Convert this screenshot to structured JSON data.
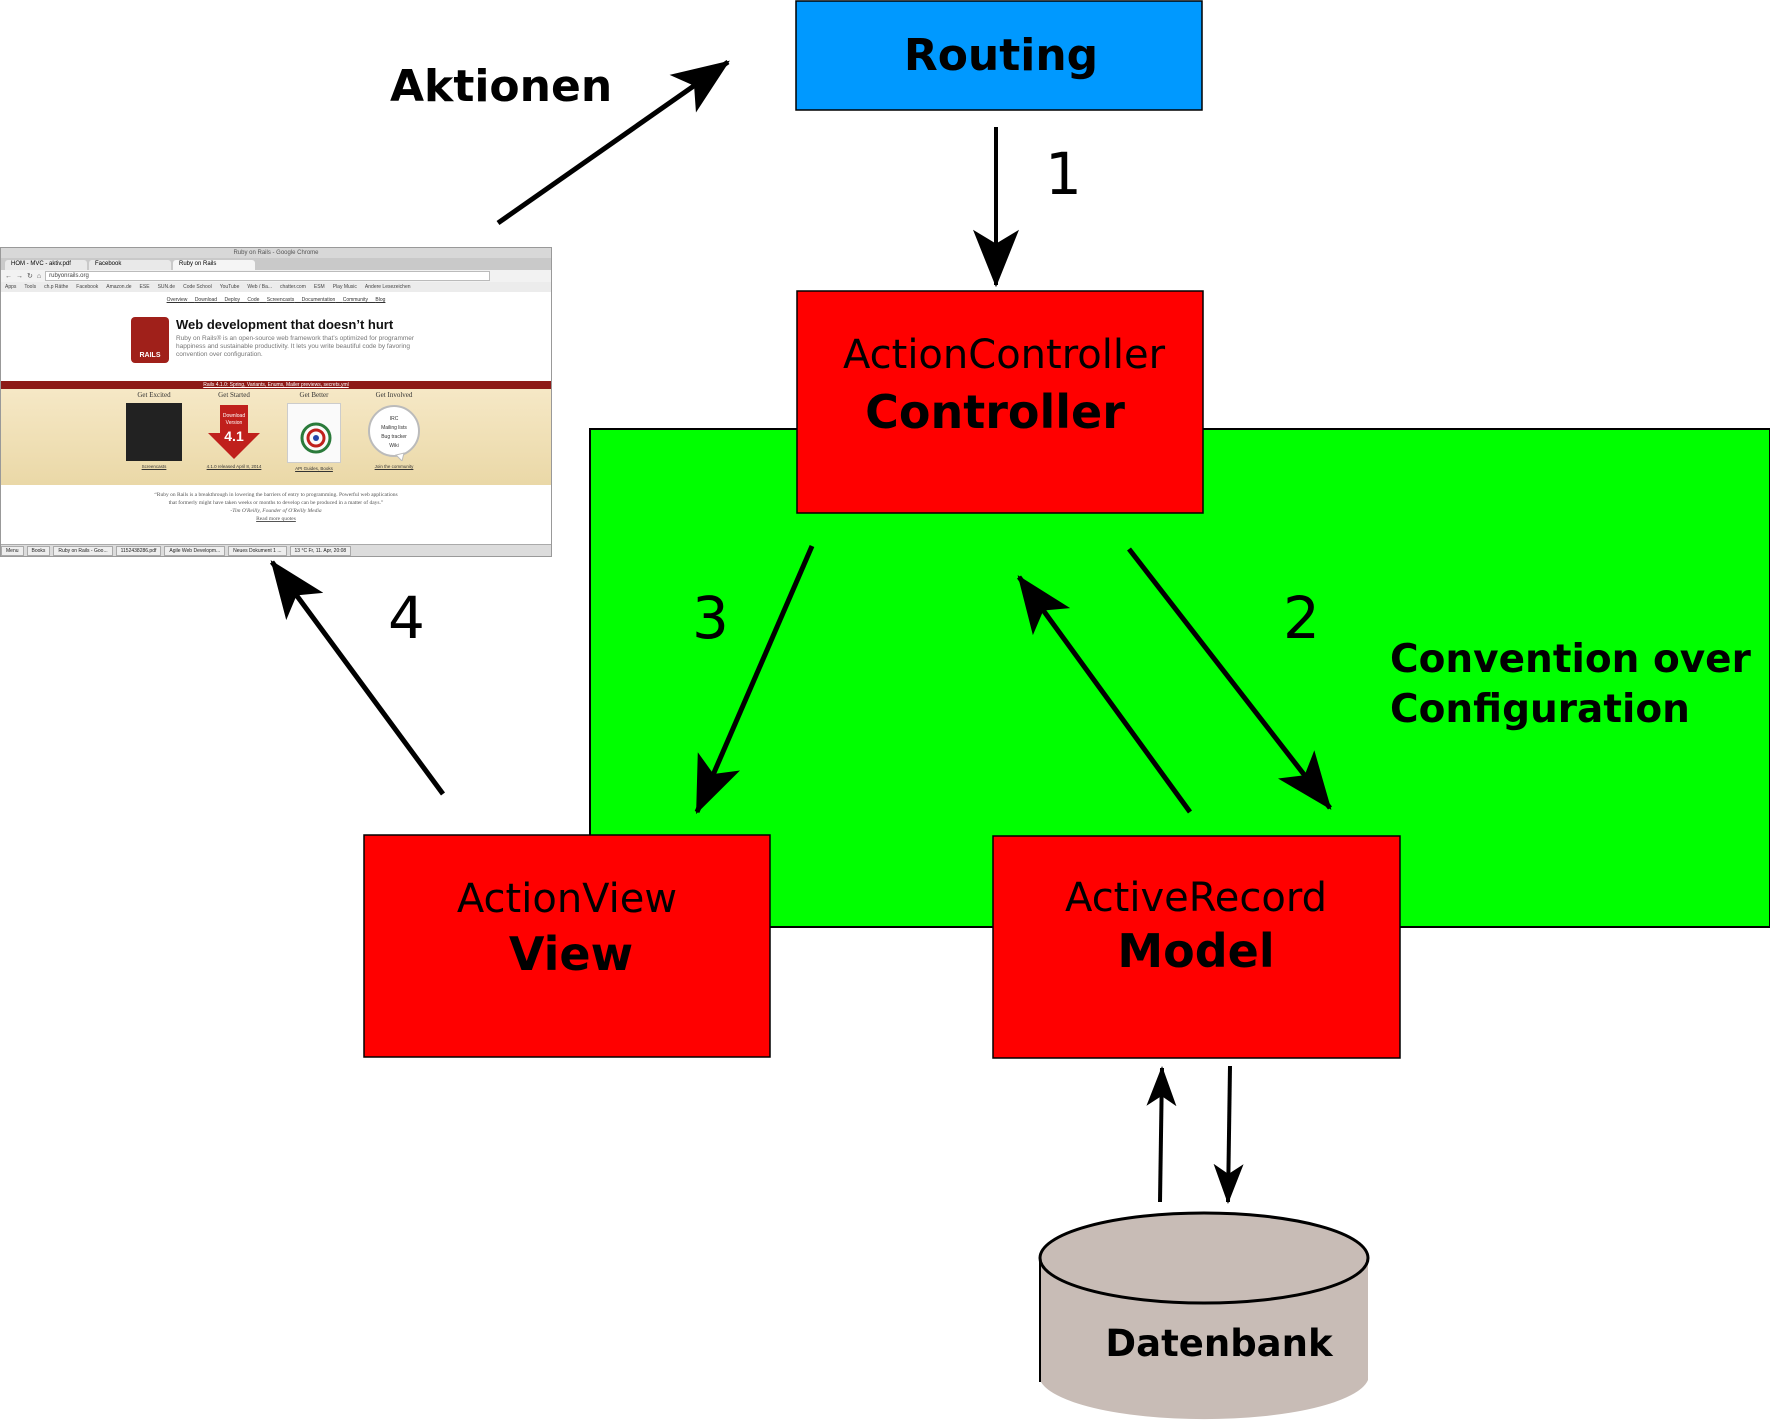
{
  "boxes": {
    "routing": {
      "label": "Routing"
    },
    "controller": {
      "title": "ActionController",
      "subtitle": "Controller"
    },
    "view": {
      "title": "ActionView",
      "subtitle": "View"
    },
    "model": {
      "title": "ActiveRecord",
      "subtitle": "Model"
    },
    "database": {
      "label": "Datenbank"
    }
  },
  "region": {
    "label_line1": "Convention over",
    "label_line2": "Configuration"
  },
  "labels": {
    "aktionen": "Aktionen",
    "step1": "1",
    "step2": "2",
    "step3": "3",
    "step4": "4"
  },
  "colors": {
    "routing": "#0099ff",
    "component": "#ff0000",
    "convention": "#00ff00",
    "database": "#c8bcb6"
  },
  "browser": {
    "window_title": "Ruby on Rails - Google Chrome",
    "tabs": [
      "HOM - MVC - aktiv.pdf",
      "Facebook",
      "Ruby on Rails"
    ],
    "url": "rubyonrails.org",
    "bookmarks": [
      "Apps",
      "Tools",
      "ch.p Räthe",
      "Facebook",
      "Amazon.de",
      "ESE",
      "SUN.de",
      "Code School",
      "YouTube",
      "Web / Ba...",
      "chatter.com",
      "ESM",
      "Play Music",
      "Andere Lesezeichen"
    ],
    "top_nav": [
      "Overview",
      "Download",
      "Deploy",
      "Code",
      "Screencasts",
      "Documentation",
      "Community",
      "Blog"
    ],
    "logo_text": "RAILS",
    "headline": "Web development that doesn’t hurt",
    "tagline": "Ruby on Rails® is an open-source web framework that’s optimized for programmer happiness and sustainable productivity. It lets you write beautiful code by favoring convention over configuration.",
    "band_text": "Rails 4.1.0: Spring, Variants, Enums, Mailer previews, secrets.yml",
    "columns": [
      {
        "head": "Get Excited",
        "caption": "Screencasts"
      },
      {
        "head": "Get Started",
        "caption": "4.1.0 released April 8, 2014",
        "download_top": "Download",
        "download_mid": "Version",
        "download_version": "4.1"
      },
      {
        "head": "Get Better",
        "caption": "API Guides, Books"
      },
      {
        "head": "Get Involved",
        "caption": "Join the community",
        "bubble": [
          "IRC",
          "Mailing lists",
          "Bug tracker",
          "Wiki"
        ]
      }
    ],
    "quote": "“Ruby on Rails is a breakthrough in lowering the barriers of entry to programming. Powerful web applications that formerly might have taken weeks or months to develop can be produced in a matter of days.”",
    "quote_author": "-Tim O'Reilly, Founder of O'Reilly Media",
    "quote_link": "Read more quotes",
    "taskbar": [
      "Menu",
      "Books",
      "Ruby on Rails - Goo...",
      "1152438286.pdf",
      "Agile Web Developm...",
      "Neues Dokument 1 ...",
      "13 °C  Fr, 11. Apr, 20:08"
    ]
  }
}
